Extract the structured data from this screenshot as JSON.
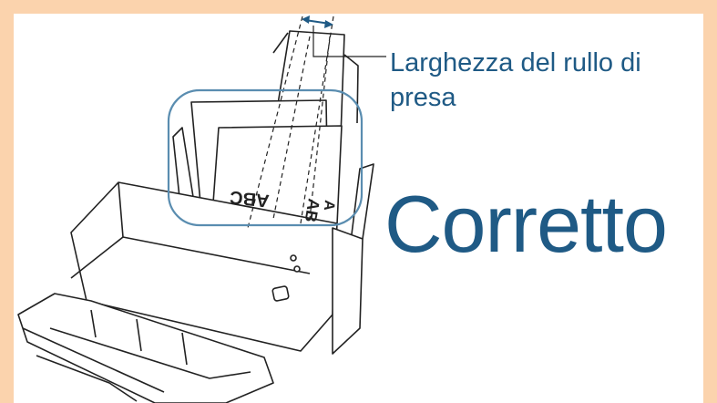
{
  "annotation": {
    "caption": "Larghezza del rullo di presa",
    "verdict": "Corretto"
  },
  "paper_text": {
    "line_a": "ABC",
    "line_b": "AB",
    "line_c": "A"
  },
  "colors": {
    "frame": "#fbd3ad",
    "accent": "#1f5a85",
    "line": "#222222",
    "highlight": "#5a8db0"
  },
  "icons": {
    "width_arrow": "double-headed-arrow"
  }
}
